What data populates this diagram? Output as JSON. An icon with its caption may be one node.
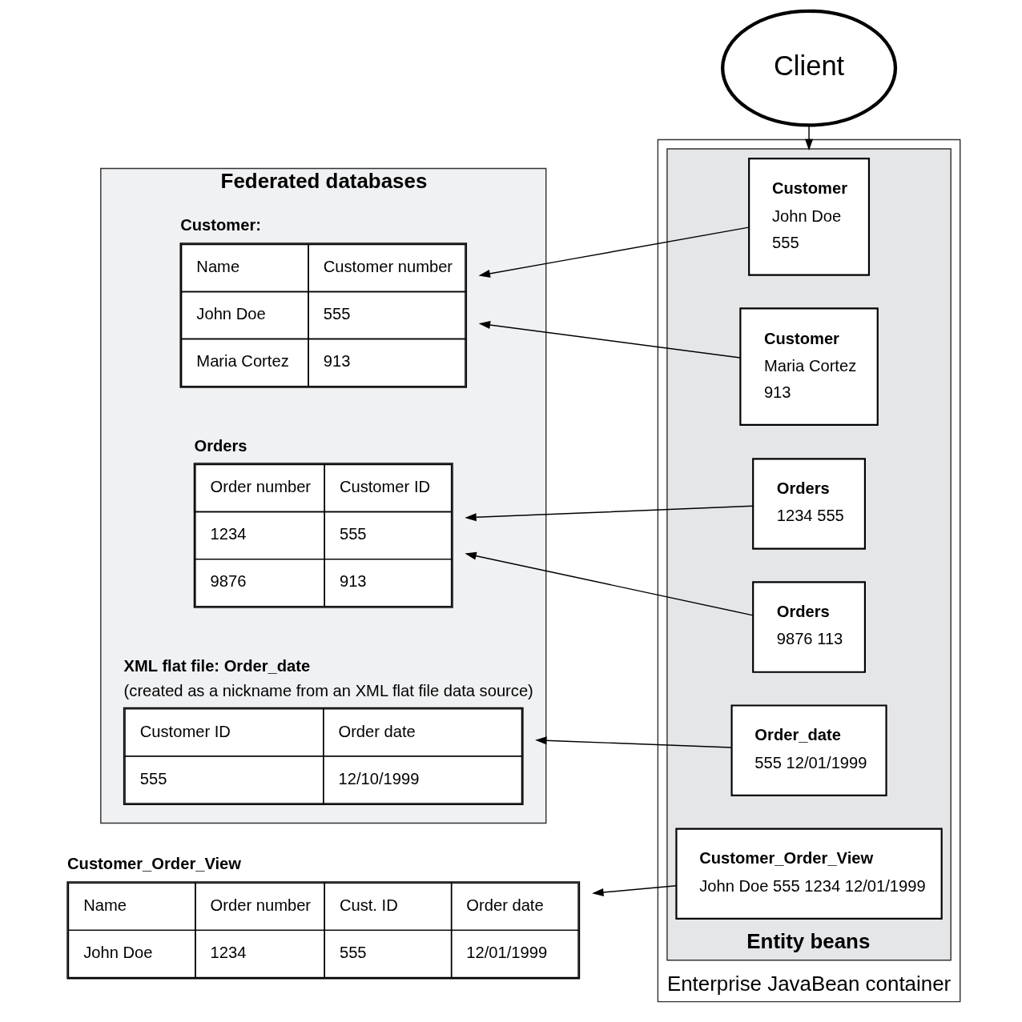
{
  "diagram": {
    "nodes": [
      {
        "text": [
          "Federated databases"
        ]
      },
      {
        "text": [
          "Customer:",
          "Name",
          "Customer number",
          "John Doe",
          "555",
          "Maria Cortez",
          "913"
        ],
        "in": 0
      },
      {
        "text": [
          "Orders",
          "Order number",
          "Customer ID",
          "1234",
          "555",
          "9876",
          "913"
        ],
        "in": 0
      },
      {
        "text": [
          "XML flat file: Order_date",
          "(created as a nickname from an XML flat file data source)",
          "Customer ID",
          "Order date",
          "555",
          "12/10/1999"
        ],
        "in": 0
      },
      {
        "text": [
          "Client"
        ]
      },
      {
        "text": [
          "Enterprise JavaBean container"
        ]
      },
      {
        "text": [
          "Entity beans"
        ],
        "in": 5
      },
      {
        "text": [
          "Customer",
          "John Doe",
          "555"
        ],
        "in": 6
      },
      {
        "text": [
          "Customer",
          "Maria Cortez",
          "913"
        ],
        "in": 6
      },
      {
        "text": [
          "Orders",
          "1234 555"
        ],
        "in": 6
      },
      {
        "text": [
          "Orders",
          "9876 113"
        ],
        "in": 6
      },
      {
        "text": [
          "Order_date",
          "555 12/01/1999"
        ],
        "in": 6
      },
      {
        "text": [
          "Customer_Order_View",
          "John Doe 555 1234 12/01/1999"
        ],
        "in": 6
      },
      {
        "text": [
          "Customer_Order_View",
          "Name",
          "Order number",
          "Cust. ID",
          "Order date",
          "John Doe",
          "1234",
          "555",
          "12/01/1999"
        ]
      }
    ],
    "edges": [
      {
        "from": 4,
        "to": 6,
        "arrow": "to"
      },
      {
        "from": 7,
        "to": 1,
        "arrow": "to"
      },
      {
        "from": 8,
        "to": 1,
        "arrow": "to"
      },
      {
        "from": 9,
        "to": 2,
        "arrow": "to"
      },
      {
        "from": 10,
        "to": 2,
        "arrow": "to"
      },
      {
        "from": 11,
        "to": 3,
        "arrow": "to"
      },
      {
        "from": 12,
        "to": 13,
        "arrow": "to"
      }
    ]
  }
}
